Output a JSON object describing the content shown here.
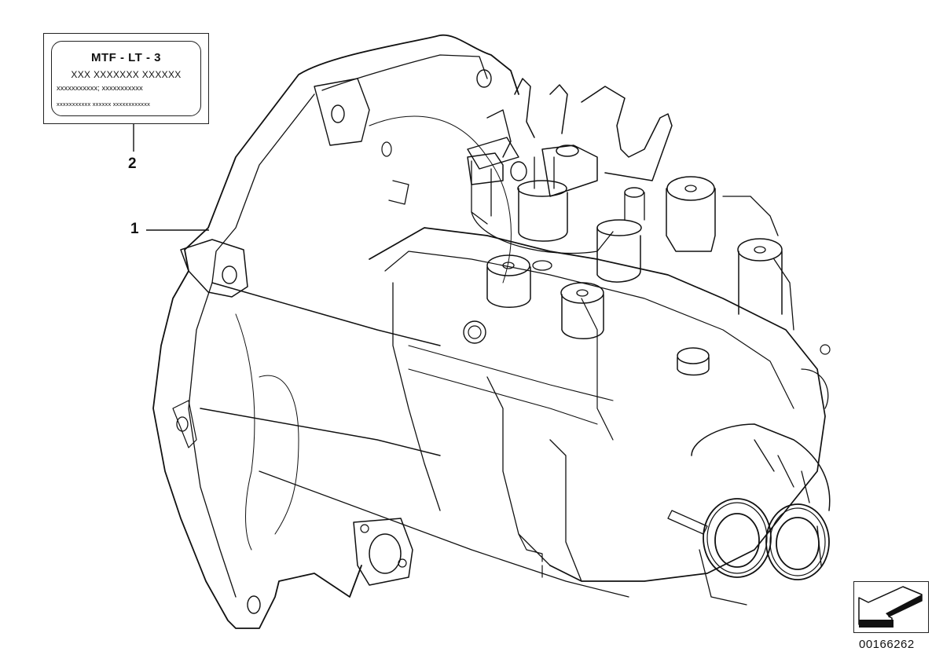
{
  "diagram": {
    "subject": "Manual transmission assembly (exploded parts illustration)",
    "label_plate": {
      "title": "MTF - LT - 3",
      "line1": "XXX XXXXXXX XXXXXX",
      "line2": "xxxxxxxxxxx; xxxxxxxxxxx",
      "line3": "xxxxxxxxxxx xxxxxx xxxxxxxxxxxx"
    },
    "callouts": [
      {
        "number": "1",
        "target": "transmission-housing"
      },
      {
        "number": "2",
        "target": "identification-label"
      }
    ],
    "orientation_icon": "direction-arrow-icon",
    "diagram_id": "00166262",
    "colors": {
      "line": "#111111",
      "background": "#ffffff"
    }
  }
}
